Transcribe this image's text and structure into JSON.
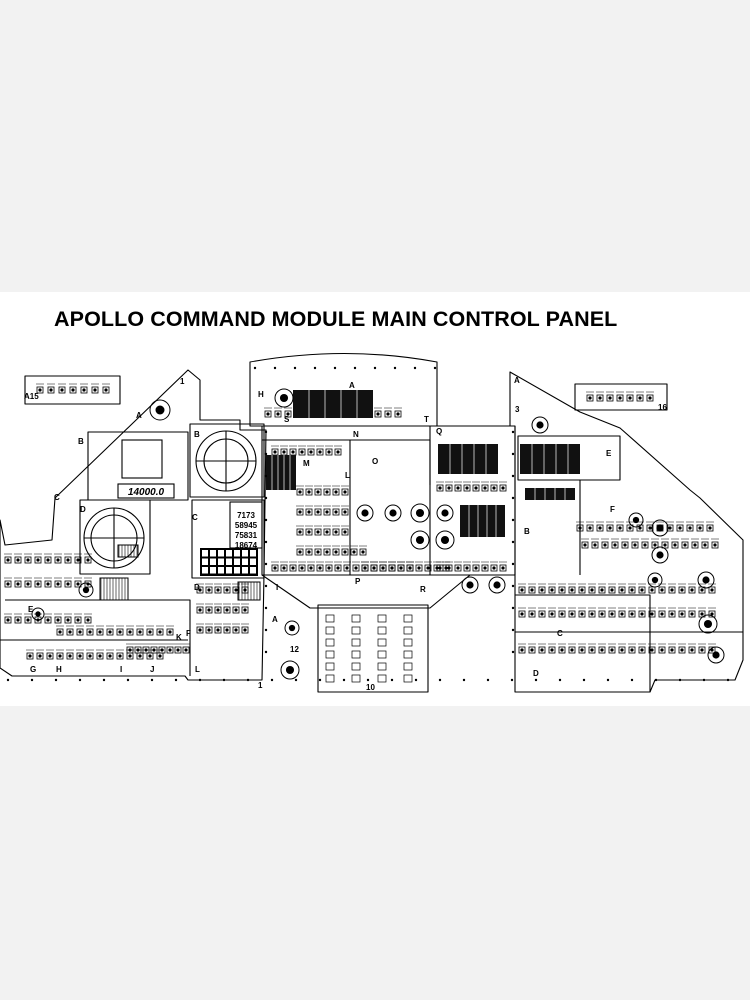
{
  "title": "APOLLO COMMAND MODULE MAIN CONTROL PANEL",
  "colors": {
    "background": "#f2f2f2",
    "print": "#ffffff",
    "ink": "#000000"
  },
  "readouts": {
    "fdai_counter": "14000.0",
    "dsky_r1": "7173",
    "dsky_r2": "58945",
    "dsky_r3": "75831",
    "dsky_r4": "18674"
  },
  "panel_labels": {
    "a15": "A15",
    "left_a": "A",
    "left_b": "B",
    "left_c": "C",
    "left_d": "D",
    "left_e": "E",
    "left_f": "F",
    "left_g": "G",
    "left_h": "H",
    "left_i": "I",
    "left_j": "J",
    "left_k": "K",
    "left_l": "L",
    "center_b": "B",
    "center_c": "C",
    "center_d": "D",
    "top_h": "H",
    "top_s": "S",
    "top_a": "A",
    "top_t": "T",
    "mid_m": "M",
    "mid_n": "N",
    "mid_l": "L",
    "mid_o": "O",
    "mid_i": "I",
    "mid_p": "P",
    "mid_q": "Q",
    "mid_r": "R",
    "lower_a": "A",
    "lower_12": "12",
    "lower_10": "10",
    "right_a": "A",
    "right_3": "3",
    "right_16": "16",
    "right_b": "B",
    "right_c": "C",
    "right_d": "D",
    "right_e": "E",
    "right_f": "F",
    "num_1": "1",
    "num_1b": "1"
  }
}
